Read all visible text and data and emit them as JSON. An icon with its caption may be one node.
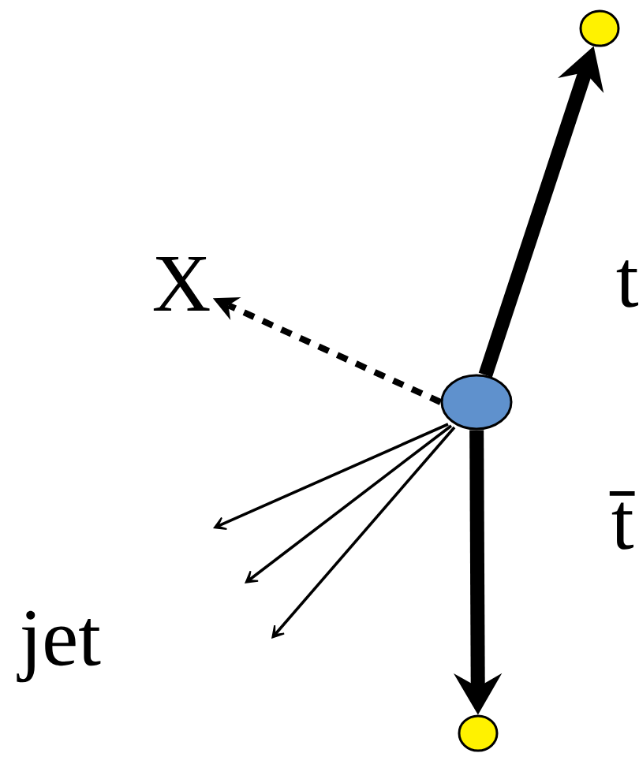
{
  "diagram": {
    "nodes": [
      {
        "text": [],
        "shape": "circle"
      },
      {
        "text": [],
        "shape": "circle"
      },
      {
        "text": [],
        "shape": "circle"
      },
      {
        "text": [
          "X"
        ]
      }
    ],
    "edges": [
      {
        "from": 0,
        "to": 1,
        "arrow": "to",
        "style": "thick"
      },
      {
        "from": 0,
        "to": 2,
        "arrow": "to",
        "style": "thick"
      },
      {
        "from": 0,
        "to": 3,
        "arrow": "to",
        "style": "dashed"
      },
      {
        "from": 0,
        "to": null,
        "arrow": "to"
      },
      {
        "from": 0,
        "to": null,
        "arrow": "to"
      },
      {
        "from": 0,
        "to": null,
        "arrow": "to"
      }
    ],
    "labels": [
      "t",
      "t̄",
      "jet"
    ]
  }
}
